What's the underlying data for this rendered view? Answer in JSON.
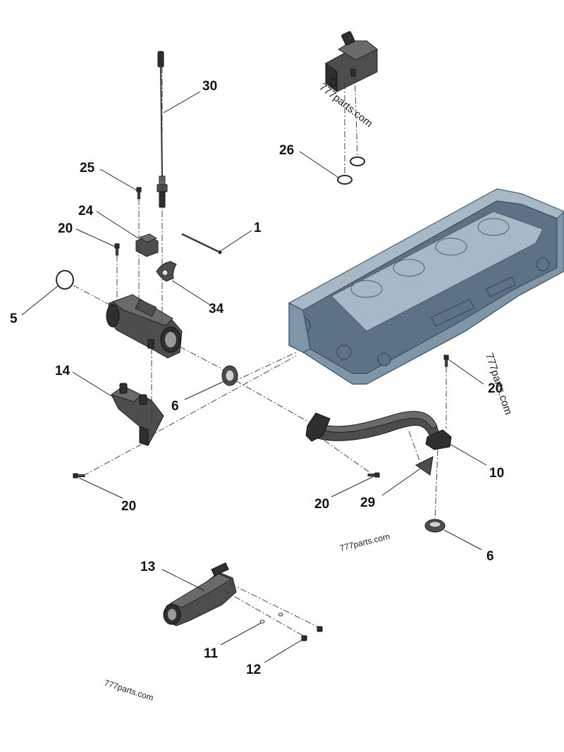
{
  "callouts": {
    "c30": "30",
    "c26": "26",
    "c25": "25",
    "c24": "24",
    "c1": "1",
    "c20a": "20",
    "c5": "5",
    "c34": "34",
    "c14": "14",
    "c6a": "6",
    "c20b": "20",
    "c10": "10",
    "c20c": "20",
    "c20d": "20",
    "c29": "29",
    "c6b": "6",
    "c13": "13",
    "c11": "11",
    "c12": "12"
  },
  "watermarks": {
    "w1": "777parts.com",
    "w2": "777parts.com",
    "w3": "777parts.com",
    "w4": "777parts.com"
  },
  "colors": {
    "cylinder_head": "#7f95a8",
    "parts": "#4d4d4f",
    "lines": "#222222"
  }
}
